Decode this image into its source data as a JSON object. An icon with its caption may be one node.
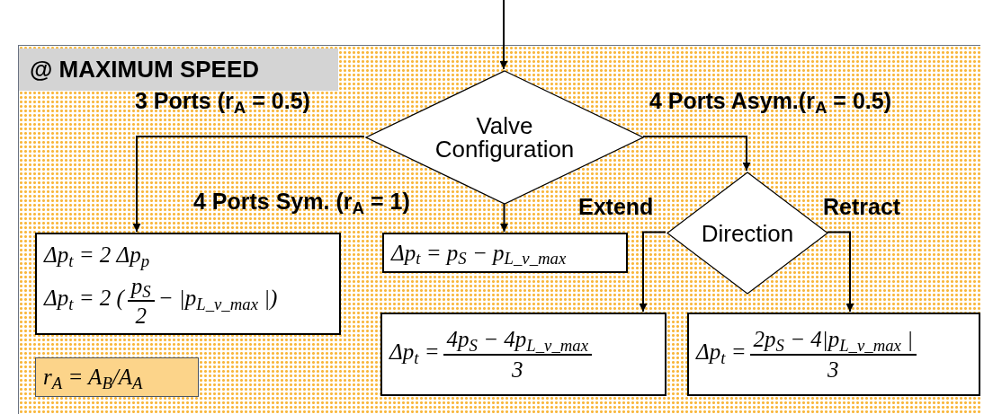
{
  "diagram": {
    "nodes": [
      {
        "text": [
          "@ MAXIMUM SPEED"
        ]
      },
      {
        "text": [
          "Valve Configuration"
        ],
        "in": 0
      },
      {
        "text": [
          "Δp$_{t}$ = 2 Δp$_{p}$",
          "Δp$_{t}$ = 2 (",
          "p$_{S}$",
          "2",
          "− |p$_{L_v_max}$ |)"
        ],
        "in": 0
      },
      {
        "text": [
          "Δp$_{t}$ = p$_{S}$ − p$_{L_v_max}$"
        ],
        "in": 0
      },
      {
        "text": [
          "Direction"
        ],
        "in": 0
      },
      {
        "text": [
          "Δp$_{t}$ =",
          "4p$_{S}$ − 4p$_{L_v_max}$",
          "3"
        ],
        "in": 0
      },
      {
        "text": [
          "Δp$_{t}$ =",
          "2p$_{S}$ − 4|p$_{L_v_max}$ |",
          "3"
        ],
        "in": 0
      },
      {
        "text": [
          "r$_{A}$ = A$_{B}$/A$_{A}$"
        ],
        "in": 0
      }
    ],
    "edges": [
      {
        "from": null,
        "to": 1,
        "arrow": "to"
      },
      {
        "from": 1,
        "to": 2,
        "arrow": "to",
        "label": "3 Ports (r$_{A}$ = 0.5)"
      },
      {
        "from": 1,
        "to": 3,
        "arrow": "to",
        "label": "4 Ports Sym. (r$_{A}$ = 1)"
      },
      {
        "from": 1,
        "to": 4,
        "arrow": "to",
        "label": "4 Ports Asym.(r$_{A}$ = 0.5)"
      },
      {
        "from": 4,
        "to": 5,
        "arrow": "to",
        "label": "Extend"
      },
      {
        "from": 4,
        "to": 6,
        "arrow": "to",
        "label": "Retract"
      }
    ]
  }
}
